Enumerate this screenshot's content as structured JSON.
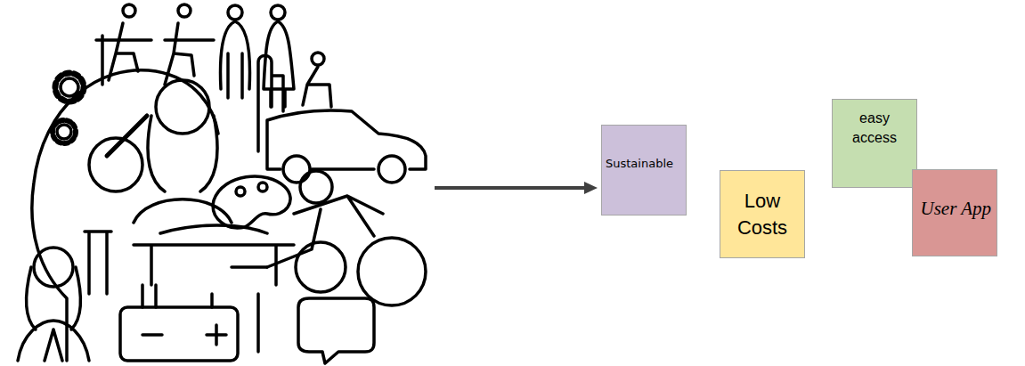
{
  "diagram": {
    "nodes": [
      {
        "text": [
          "Sustainable"
        ]
      },
      {
        "text": [
          "Low Costs"
        ]
      },
      {
        "text": [
          "easy access"
        ]
      },
      {
        "text": [
          "User App"
        ]
      }
    ]
  }
}
